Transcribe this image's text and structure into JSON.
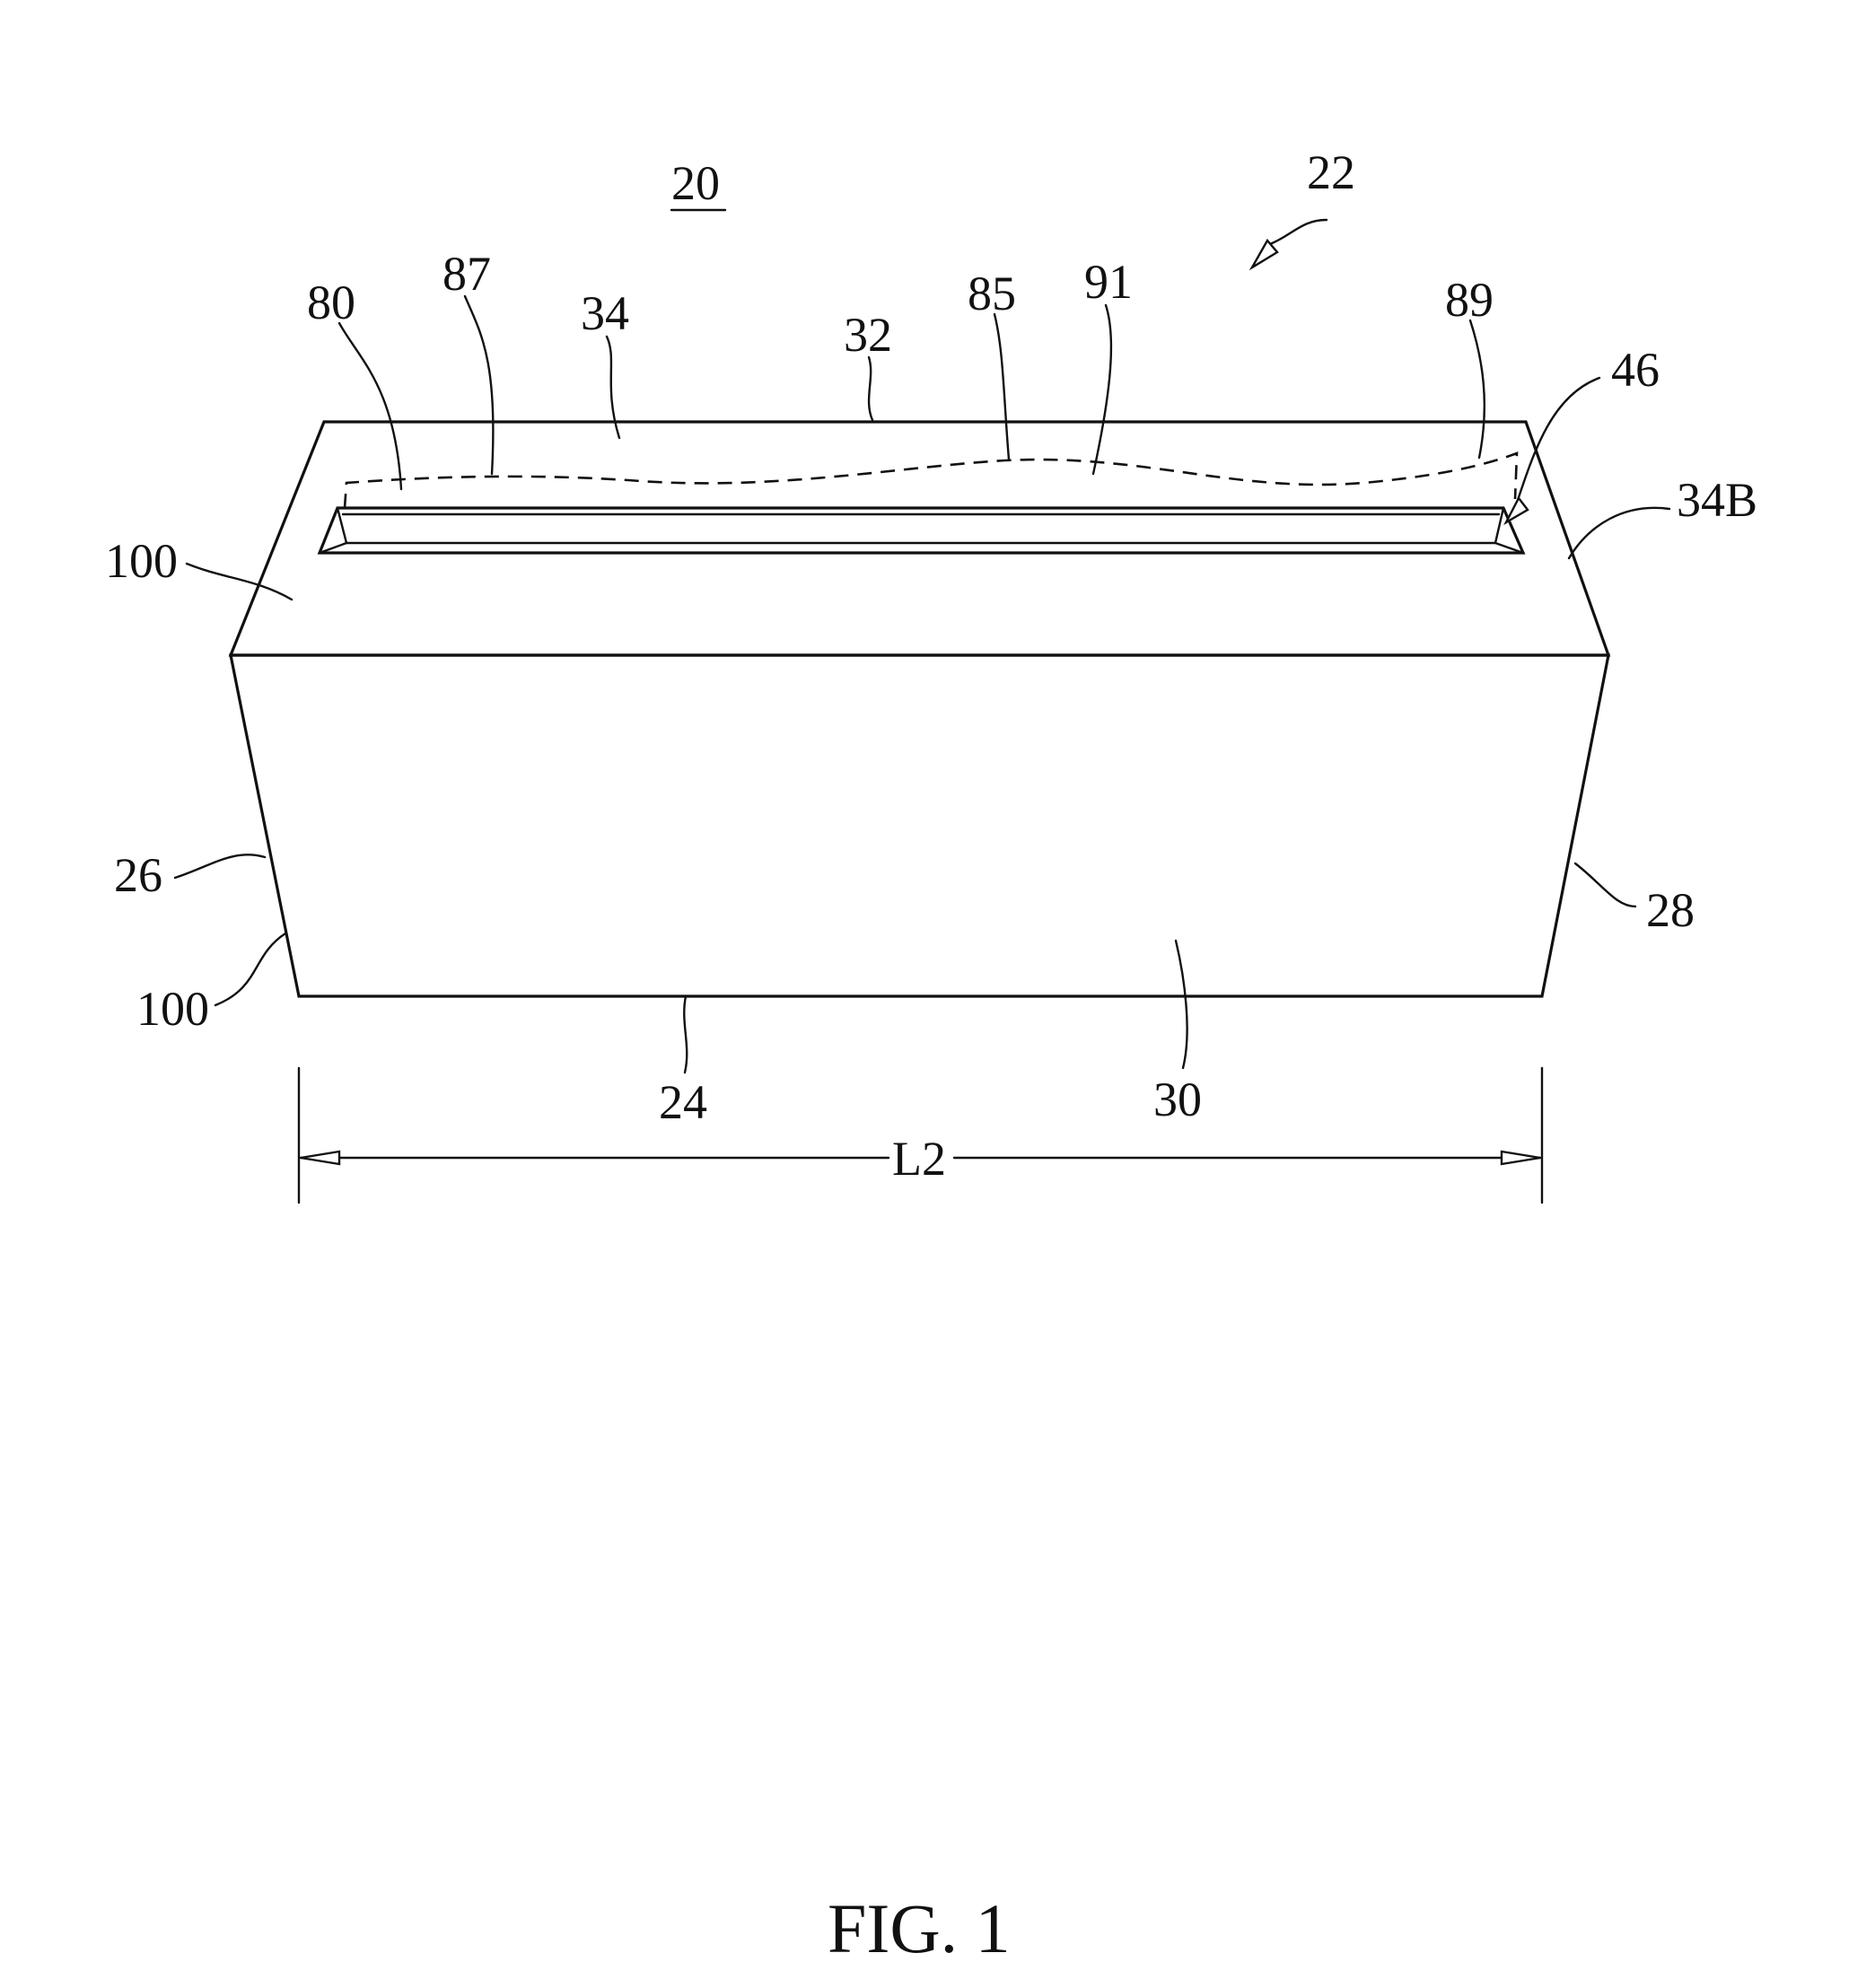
{
  "figure": {
    "caption": "FIG. 1",
    "assembly_number": "20",
    "dimension_label": "L2"
  },
  "reference_numerals": {
    "r22": "22",
    "r80": "80",
    "r87": "87",
    "r34": "34",
    "r32": "32",
    "r85": "85",
    "r91": "91",
    "r89": "89",
    "r46": "46",
    "r34B": "34B",
    "r100_top": "100",
    "r100_bottom": "100",
    "r26": "26",
    "r28": "28",
    "r24": "24",
    "r30": "30"
  }
}
